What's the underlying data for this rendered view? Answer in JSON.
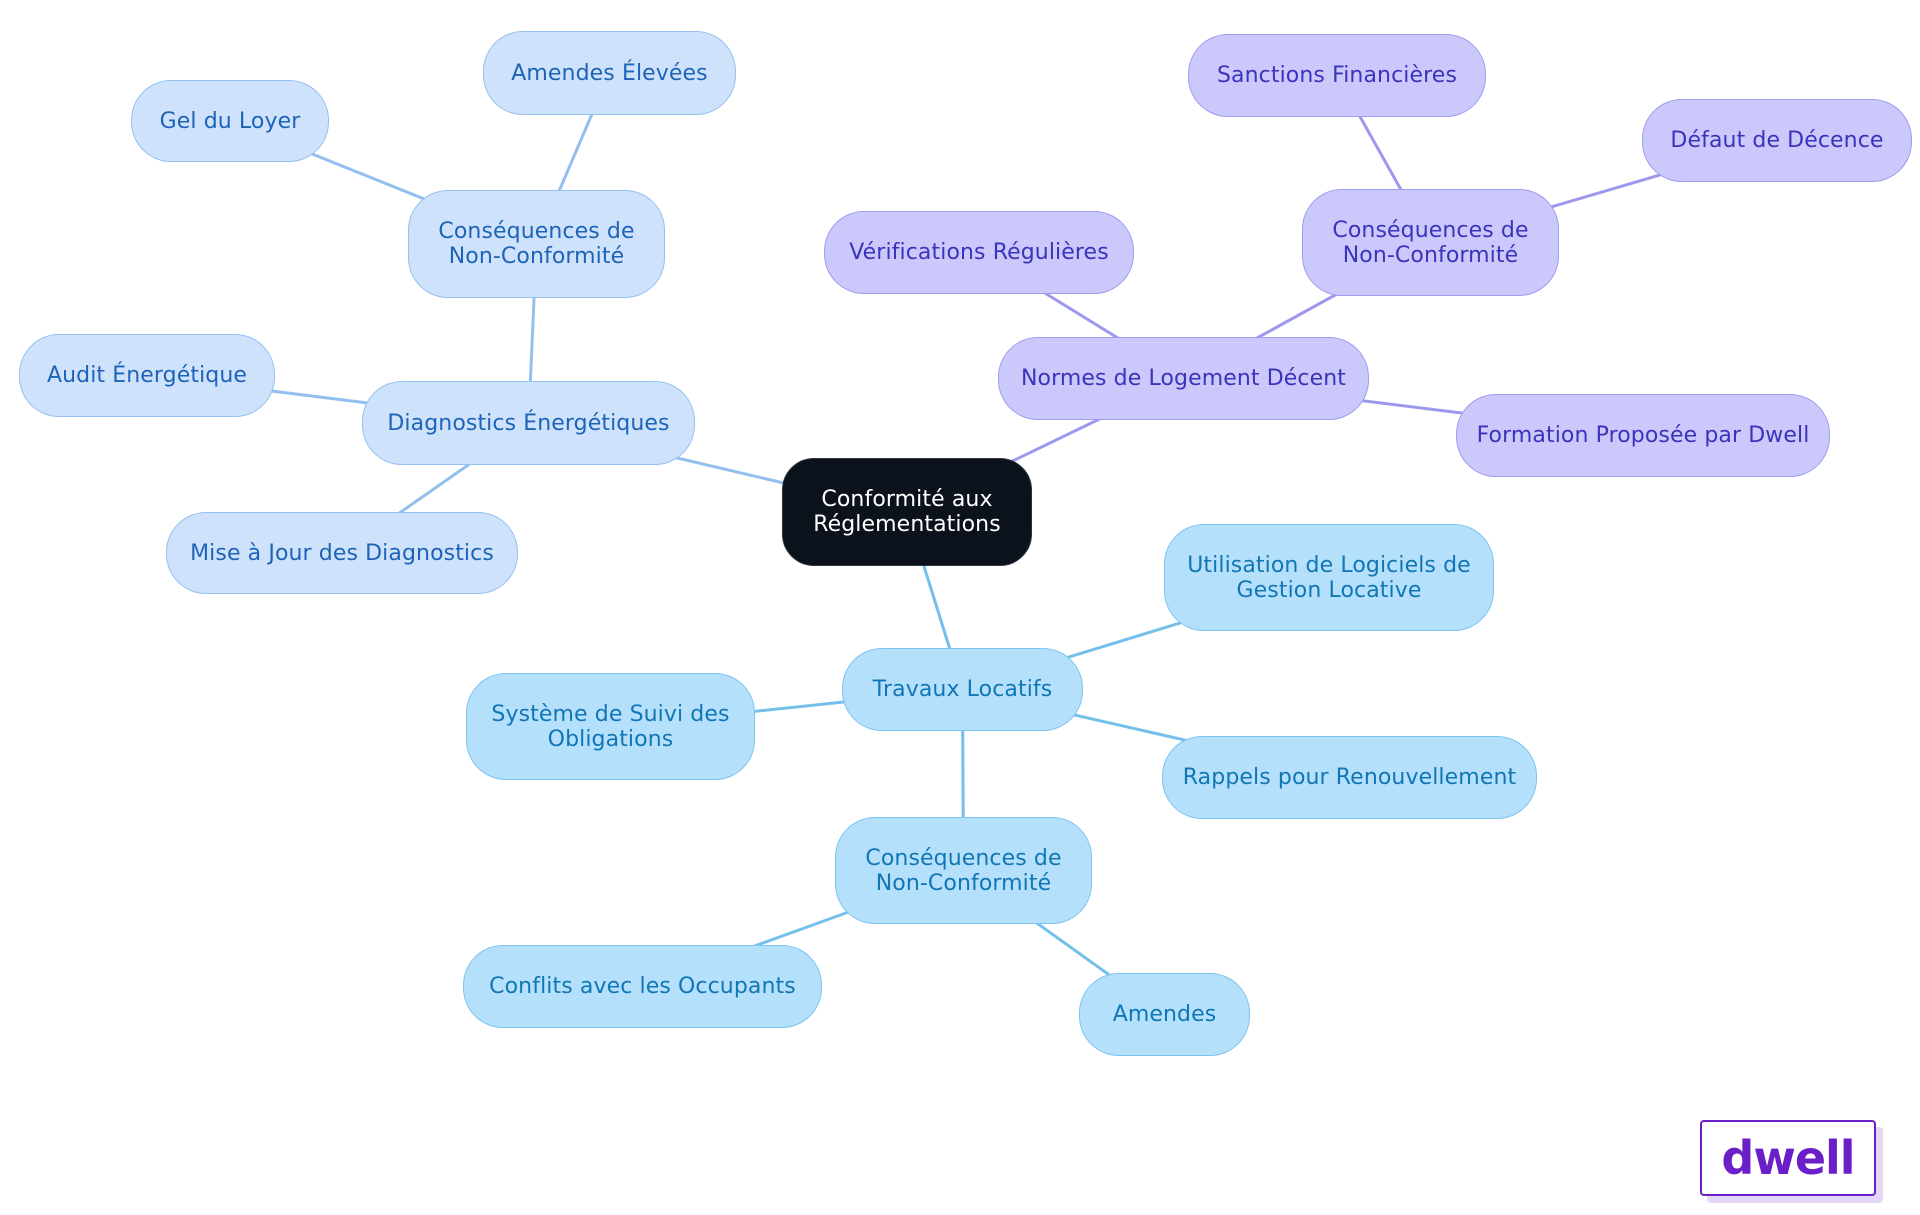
{
  "mindmap": {
    "root": {
      "id": "root",
      "label": "Conformité aux\nRéglementations",
      "palette": "dark"
    },
    "branches": [
      {
        "id": "b-diag",
        "label": "Diagnostics Énergétiques",
        "palette": "blue",
        "children": [
          {
            "id": "diag-cons",
            "label": "Conséquences de\nNon-Conformité",
            "children": [
              {
                "id": "diag-cons-amendes",
                "label": "Amendes Élevées"
              },
              {
                "id": "diag-cons-gel",
                "label": "Gel du Loyer"
              }
            ]
          },
          {
            "id": "diag-audit",
            "label": "Audit Énergétique"
          },
          {
            "id": "diag-maj",
            "label": "Mise à Jour des Diagnostics"
          }
        ]
      },
      {
        "id": "b-normes",
        "label": "Normes de Logement Décent",
        "palette": "purple",
        "children": [
          {
            "id": "normes-verif",
            "label": "Vérifications Régulières"
          },
          {
            "id": "normes-cons",
            "label": "Conséquences de\nNon-Conformité",
            "children": [
              {
                "id": "normes-cons-sanctions",
                "label": "Sanctions Financières"
              },
              {
                "id": "normes-cons-defaut",
                "label": "Défaut de Décence"
              }
            ]
          },
          {
            "id": "normes-formation",
            "label": "Formation Proposée par Dwell"
          }
        ]
      },
      {
        "id": "b-travaux",
        "label": "Travaux Locatifs",
        "palette": "sky",
        "children": [
          {
            "id": "travaux-logiciels",
            "label": "Utilisation de Logiciels de\nGestion Locative"
          },
          {
            "id": "travaux-suivi",
            "label": "Système de Suivi des\nObligations"
          },
          {
            "id": "travaux-rappels",
            "label": "Rappels pour Renouvellement"
          },
          {
            "id": "travaux-cons",
            "label": "Conséquences de\nNon-Conformité",
            "children": [
              {
                "id": "travaux-cons-conflits",
                "label": "Conflits avec les Occupants"
              },
              {
                "id": "travaux-cons-amendes",
                "label": "Amendes"
              }
            ]
          }
        ]
      }
    ]
  },
  "palettes": {
    "dark": {
      "fill": "#0b121c",
      "stroke": "#2c3440",
      "text": "#ffffff",
      "edge": "#8b92a0"
    },
    "blue": {
      "fill": "#cfe2fb",
      "stroke": "#95c0ef",
      "text": "#1d64b8",
      "edge": "#93bfee"
    },
    "purple": {
      "fill": "#cbc9fc",
      "stroke": "#9f9bef",
      "text": "#3e32ba",
      "edge": "#9c98ee"
    },
    "sky": {
      "fill": "#b5e0fc",
      "stroke": "#7ec4ee",
      "text": "#1176b4",
      "edge": "#74c0ea"
    }
  },
  "logo": {
    "text": "dwell",
    "color": "#6a1fc8"
  }
}
